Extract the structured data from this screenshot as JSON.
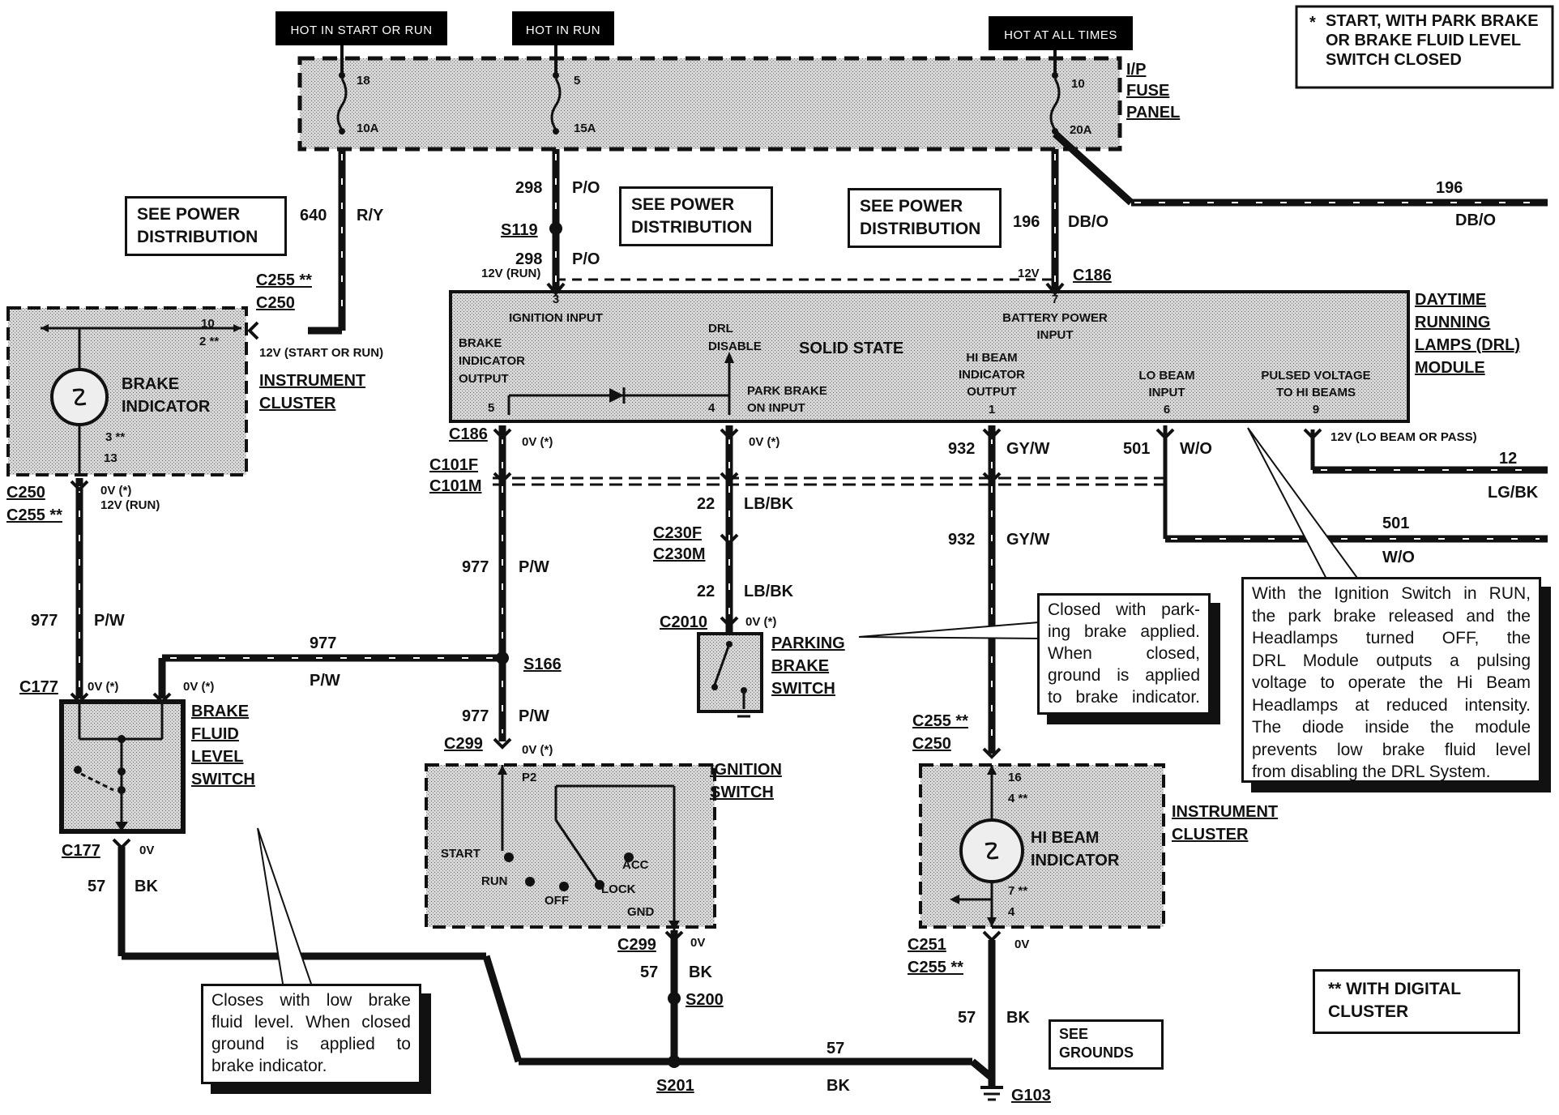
{
  "hot_labels": {
    "start_run": "HOT IN START OR RUN",
    "run": "HOT IN RUN",
    "all_times": "HOT AT ALL TIMES"
  },
  "notes": {
    "star": "START, WITH PARK BRAKE OR BRAKE FLUID LEVEL SWITCH CLOSED",
    "star_mark": "*",
    "double_star": "** WITH DIGITAL CLUSTER",
    "see_power": "SEE POWER DISTRIBUTION",
    "see_grounds": "SEE GROUNDS"
  },
  "fuse_panel": {
    "label": [
      "I/P",
      "FUSE",
      "PANEL"
    ],
    "fuses": [
      {
        "num": "18",
        "rating": "10A"
      },
      {
        "num": "5",
        "rating": "15A"
      },
      {
        "num": "10",
        "rating": "20A"
      }
    ]
  },
  "drl": {
    "label": [
      "DAYTIME",
      "RUNNING",
      "LAMPS (DRL)",
      "MODULE"
    ],
    "solid_state": "SOLID STATE",
    "pins": {
      "ignition": {
        "num": "3",
        "label": [
          "IGNITION INPUT"
        ]
      },
      "battery": {
        "num": "7",
        "label": [
          "BATTERY POWER",
          "INPUT"
        ]
      },
      "brake_out": {
        "num": "5",
        "label": [
          "BRAKE",
          "INDICATOR",
          "OUTPUT"
        ]
      },
      "drl_disable": {
        "label": [
          "DRL",
          "DISABLE"
        ]
      },
      "park_brake": {
        "num": "4",
        "label": [
          "PARK BRAKE",
          "ON INPUT"
        ]
      },
      "hi_beam_out": {
        "num": "1",
        "label": [
          "HI BEAM",
          "INDICATOR",
          "OUTPUT"
        ]
      },
      "lo_beam": {
        "num": "6",
        "label": [
          "LO BEAM",
          "INPUT"
        ]
      },
      "pulsed": {
        "num": "9",
        "label": [
          "PULSED VOLTAGE",
          "TO HI BEAMS"
        ]
      }
    }
  },
  "wires": {
    "w640": {
      "num": "640",
      "color": "R/Y"
    },
    "w298a": {
      "num": "298",
      "color": "P/O"
    },
    "w298b": {
      "num": "298",
      "color": "P/O"
    },
    "w196a": {
      "num": "196",
      "color": "DB/O"
    },
    "w196b": {
      "num": "196",
      "color": "DB/O"
    },
    "w977a": {
      "num": "977",
      "color": "P/W"
    },
    "w977b": {
      "num": "977",
      "color": "P/W"
    },
    "w977c": {
      "num": "977",
      "color": "P/W"
    },
    "w977d": {
      "num": "977",
      "color": "P/W"
    },
    "w22a": {
      "num": "22",
      "color": "LB/BK"
    },
    "w22b": {
      "num": "22",
      "color": "LB/BK"
    },
    "w932a": {
      "num": "932",
      "color": "GY/W"
    },
    "w932b": {
      "num": "932",
      "color": "GY/W"
    },
    "w501a": {
      "num": "501",
      "color": "W/O"
    },
    "w501b": {
      "num": "501",
      "color": "W/O"
    },
    "w12": {
      "num": "12",
      "color": "LG/BK"
    },
    "w57a": {
      "num": "57",
      "color": "BK"
    },
    "w57b": {
      "num": "57",
      "color": "BK"
    },
    "w57c": {
      "num": "57",
      "color": "BK"
    },
    "w57d": {
      "num": "57",
      "color": "BK"
    }
  },
  "connectors": {
    "s119": "S119",
    "c255a": "C255 **",
    "c250a": "C250",
    "c186a": "C186",
    "c186b": "C186",
    "c101f": "C101F",
    "c101m": "C101M",
    "c250b": "C250",
    "c255b": "C255 **",
    "c177a": "C177",
    "c177b": "C177",
    "s166": "S166",
    "c299a": "C299",
    "c299b": "C299",
    "c230f": "C230F",
    "c230m": "C230M",
    "c2010": "C2010",
    "c255c": "C255 **",
    "c250c": "C250",
    "c251": "C251",
    "c255d": "C255 **",
    "s200": "S200",
    "s201": "S201",
    "g103": "G103"
  },
  "voltages": {
    "v12run": "12V (RUN)",
    "v12": "12V",
    "v12start": "12V (START OR RUN)",
    "v0star": "0V (*)",
    "v12run2": "12V (RUN)",
    "v0": "0V",
    "v12lobeam": "12V (LO BEAM OR PASS)"
  },
  "components": {
    "brake_indicator": [
      "BRAKE",
      "INDICATOR"
    ],
    "instrument_cluster": [
      "INSTRUMENT",
      "CLUSTER"
    ],
    "brake_fluid_switch": [
      "BRAKE",
      "FLUID",
      "LEVEL",
      "SWITCH"
    ],
    "ignition_switch": [
      "IGNITION",
      "SWITCH"
    ],
    "ignition_positions": {
      "start": "START",
      "run": "RUN",
      "off": "OFF",
      "lock": "LOCK",
      "acc": "ACC",
      "gnd": "GND",
      "p2": "P2"
    },
    "parking_brake": [
      "PARKING",
      "BRAKE",
      "SWITCH"
    ],
    "hi_beam": [
      "HI BEAM",
      "INDICATOR"
    ],
    "cluster_pins": {
      "p10": "10",
      "p2": "2 **",
      "p3": "3 **",
      "p13": "13",
      "p16": "16",
      "p4a": "4 **",
      "p7": "7 **",
      "p4b": "4"
    }
  },
  "callouts": {
    "parking": [
      "Closed with park-",
      "ing brake applied.",
      "When closed,",
      "ground is applied",
      "to brake indicator."
    ],
    "fluid": [
      "Closes with low brake",
      "fluid level. When closed",
      "ground is applied to",
      "brake indicator."
    ],
    "drl": [
      "With the Ignition Switch in RUN,",
      "the park brake released and the",
      "Headlamps turned OFF, the",
      "DRL Module outputs a pulsing",
      "voltage to operate the Hi Beam",
      "Headlamps at reduced intensity.",
      "The diode inside the module",
      "prevents low brake fluid level",
      "from disabling the DRL System."
    ]
  }
}
